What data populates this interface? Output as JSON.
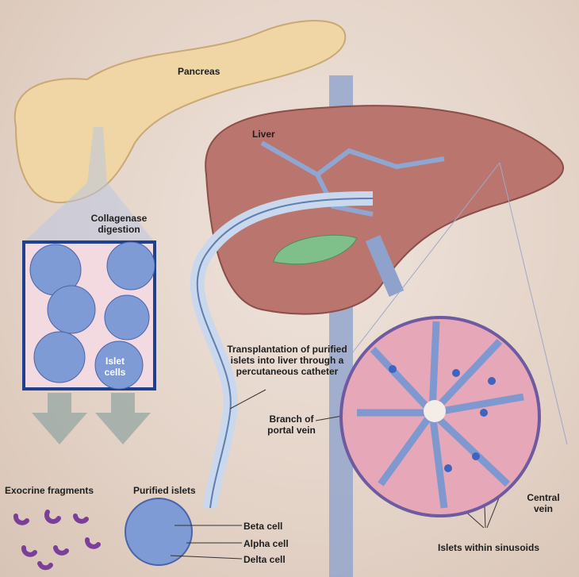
{
  "labels": {
    "pancreas": "Pancreas",
    "liver": "Liver",
    "collagenase": "Collagenase digestion",
    "islet_cells": "Islet cells",
    "transplantation": "Transplantation of purified islets into liver through a percutaneous catheter",
    "portal_vein": "Branch of portal vein",
    "central_vein": "Central vein",
    "exocrine": "Exocrine fragments",
    "purified": "Purified islets",
    "beta": "Beta cell",
    "alpha": "Alpha cell",
    "delta": "Delta cell",
    "sinusoids": "Islets within sinusoids"
  },
  "colors": {
    "pancreas": "#efd6a4",
    "liver": "#b9756e",
    "islet": "#7f9bd6",
    "fragment": "#7b3f9a",
    "catheter": "#c9d8ec",
    "sinusoid": "#e6a7b8"
  }
}
